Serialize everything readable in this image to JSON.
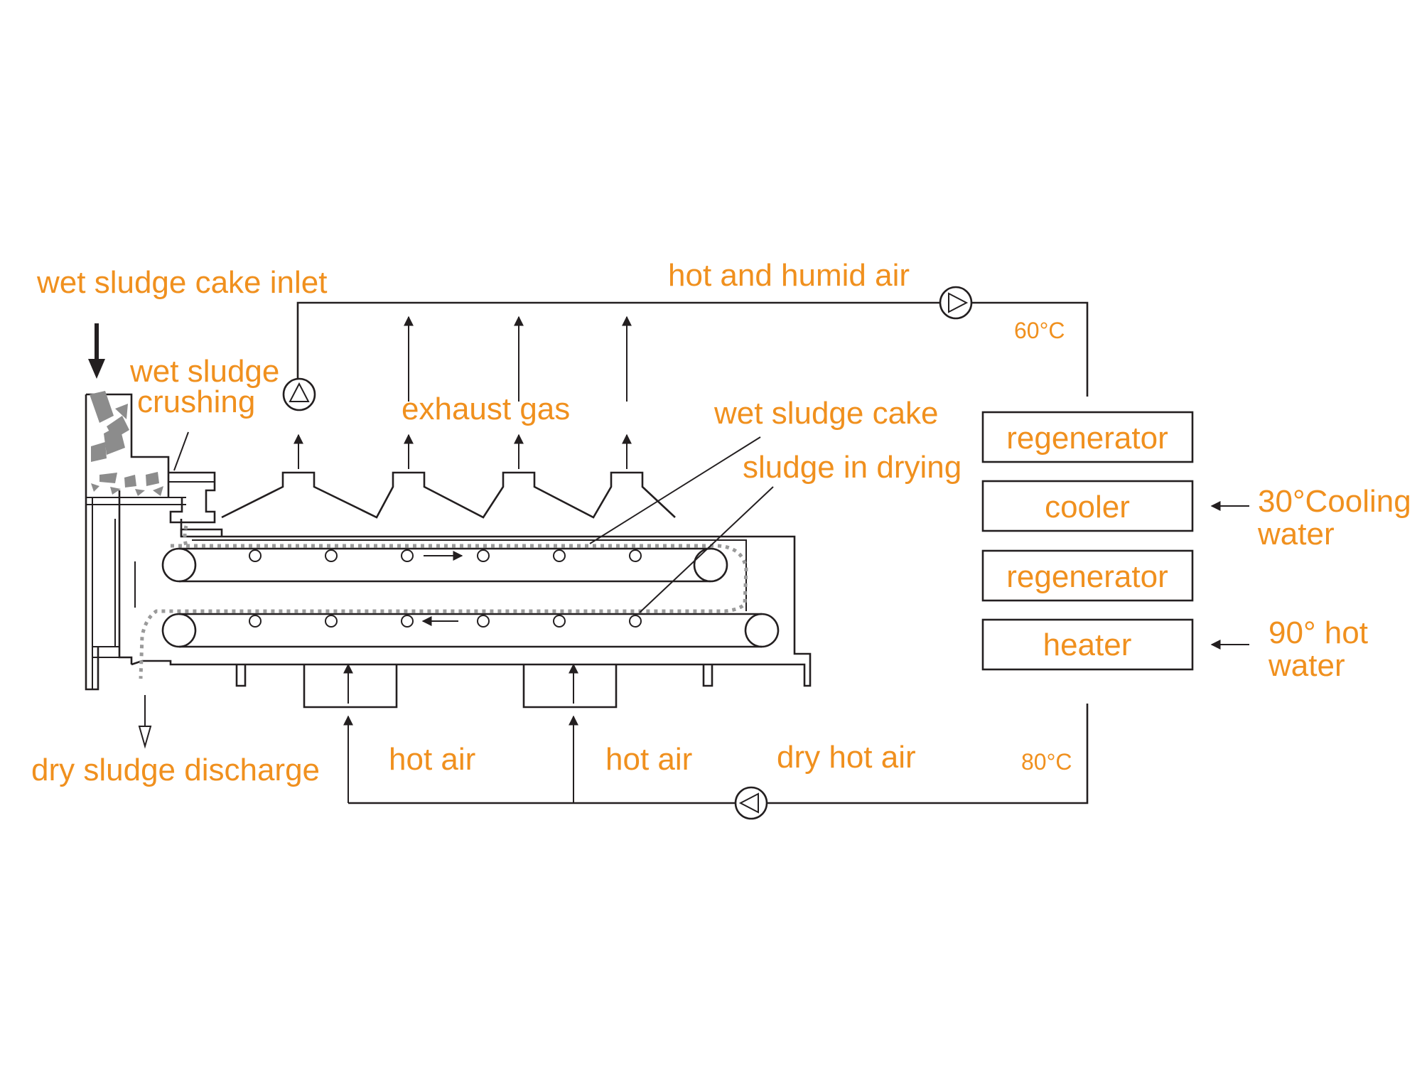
{
  "labels": {
    "wet_sludge_cake_inlet": "wet sludge cake inlet",
    "wet_sludge_crushing": [
      "wet sludge",
      "crushing"
    ],
    "hot_and_humid_air": "hot and humid air",
    "temp_60": "60°C",
    "exhaust_gas": "exhaust gas",
    "wet_sludge_cake": "wet sludge cake",
    "sludge_in_drying": "sludge in drying",
    "dry_sludge_discharge": "dry sludge discharge",
    "hot_air_1": "hot air",
    "hot_air_2": "hot air",
    "dry_hot_air": "dry hot air",
    "temp_80": "80°C"
  },
  "units": [
    {
      "id": "regenerator-top",
      "label": "regenerator"
    },
    {
      "id": "cooler",
      "label": "cooler",
      "input": [
        "30°Cooling",
        "water"
      ]
    },
    {
      "id": "regenerator-bottom",
      "label": "regenerator"
    },
    {
      "id": "heater",
      "label": "heater",
      "input": [
        "90° hot",
        "water"
      ]
    }
  ]
}
